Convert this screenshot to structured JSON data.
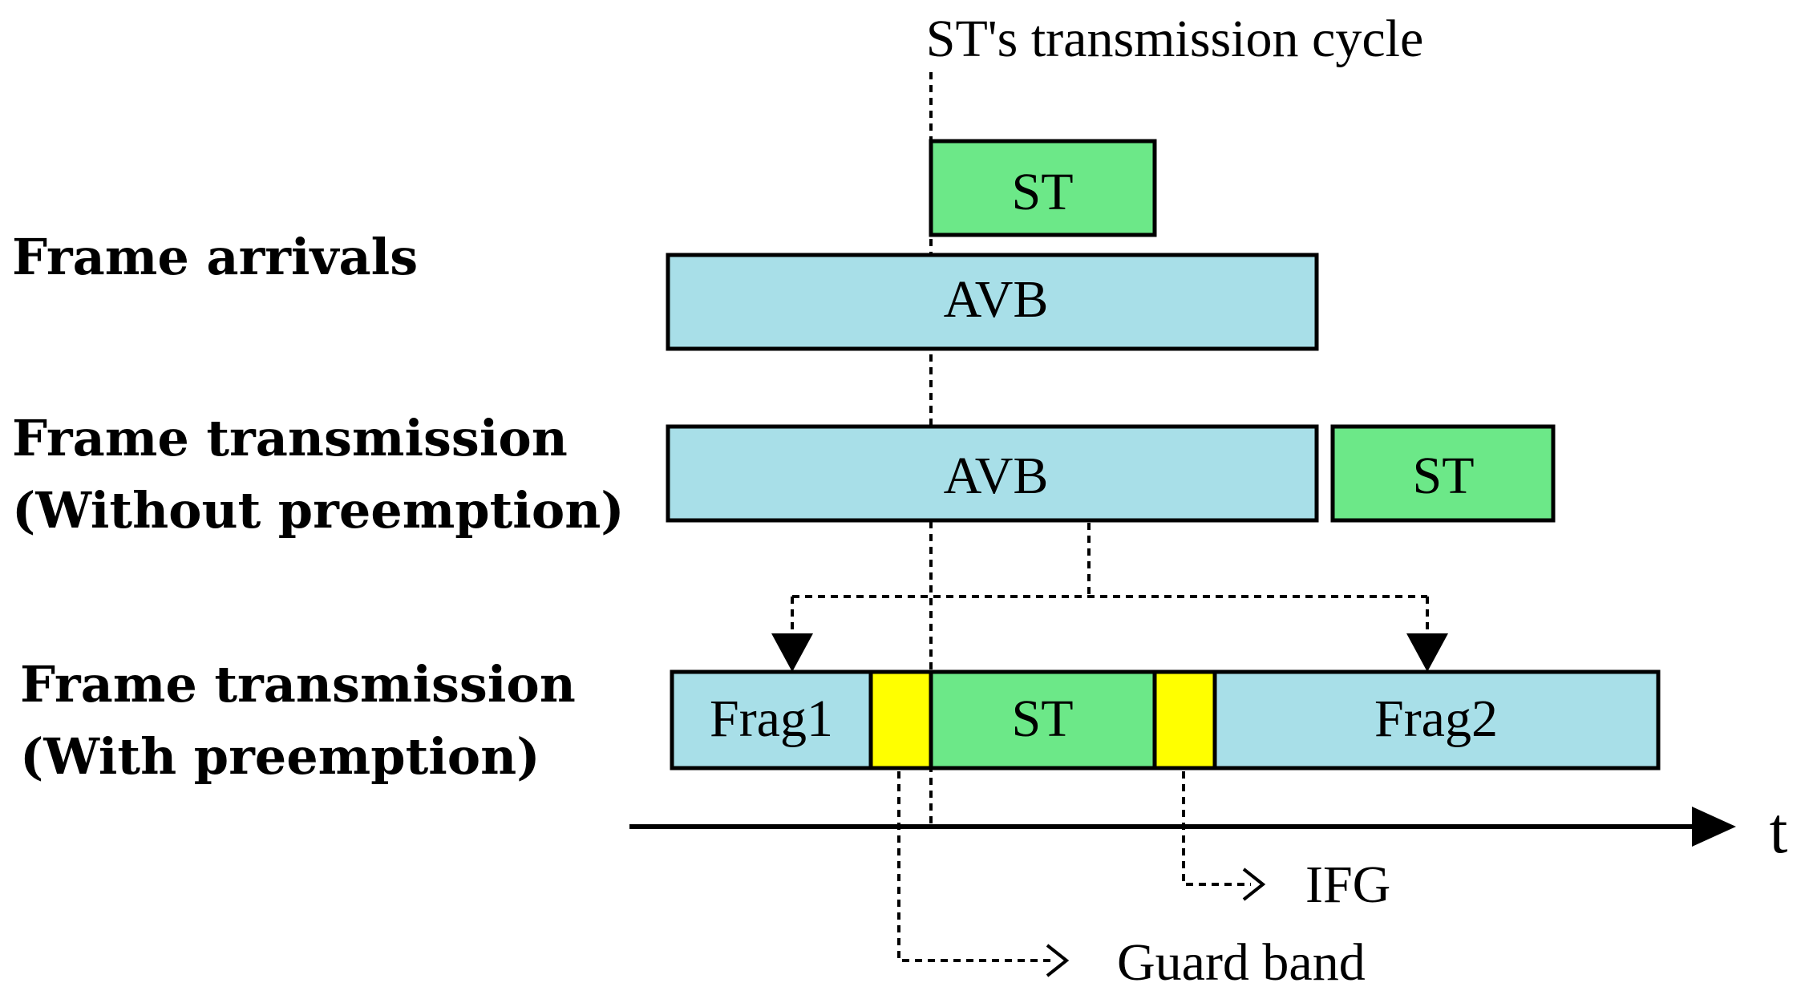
{
  "title": "ST's transmission cycle",
  "axis": {
    "label": "t"
  },
  "colors": {
    "avb": "#a8dfe8",
    "st": "#6ce888",
    "guard": "#ffff00",
    "line": "#000000"
  },
  "rows": {
    "arrivals": {
      "label": "Frame arrivals"
    },
    "without_preemption": {
      "label_line1": "Frame transmission",
      "label_line2": "(Without preemption)"
    },
    "with_preemption": {
      "label_line1": "Frame transmission",
      "label_line2": "(With preemption)"
    }
  },
  "blocks": {
    "arrival_st": "ST",
    "arrival_avb": "AVB",
    "nopre_avb": "AVB",
    "nopre_st": "ST",
    "frag1": "Frag1",
    "pre_st": "ST",
    "frag2": "Frag2"
  },
  "annotations": {
    "ifg": "IFG",
    "guard_band": "Guard band"
  }
}
